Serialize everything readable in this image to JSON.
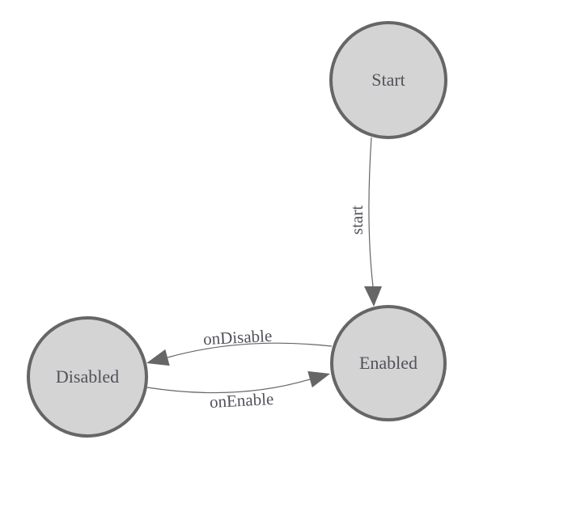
{
  "diagram": {
    "type": "state-machine",
    "nodes": [
      {
        "id": "start",
        "label": "Start"
      },
      {
        "id": "enabled",
        "label": "Enabled"
      },
      {
        "id": "disabled",
        "label": "Disabled"
      }
    ],
    "edges": [
      {
        "from": "Start",
        "to": "Enabled",
        "label": "start"
      },
      {
        "from": "Enabled",
        "to": "Disabled",
        "label": "onDisable"
      },
      {
        "from": "Disabled",
        "to": "Enabled",
        "label": "onEnable"
      }
    ]
  },
  "colors": {
    "background": "#ffffff",
    "node_fill": "#d4d4d4",
    "node_stroke": "#666666",
    "edge_line": "#666666",
    "label_text": "#51525a"
  }
}
